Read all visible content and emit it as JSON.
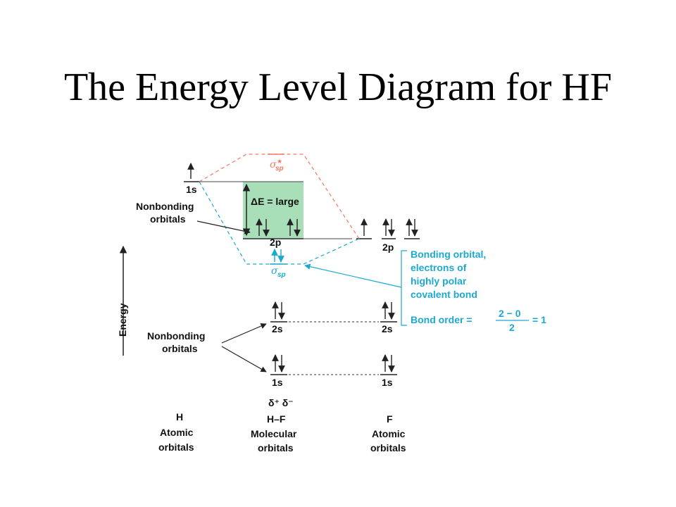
{
  "title": "The Energy Level Diagram for HF",
  "colors": {
    "antibonding": "#f07a64",
    "bonding": "#1ba9cf",
    "gap_fill": "#a8dfb8",
    "line": "#222222"
  },
  "labels": {
    "energy_axis": "Energy",
    "h_1s": "1s",
    "f_2p": "2p",
    "mo_2p": "2p",
    "mo_2s": "2s",
    "f_2s": "2s",
    "mo_1s": "1s",
    "f_1s": "1s",
    "sigma_star": "σ",
    "sigma_star_sub": "sp",
    "sigma_star_sup": "★",
    "sigma": "σ",
    "sigma_sub": "sp",
    "delta_e": "ΔE = large",
    "nonbonding_upper": [
      "Nonbonding",
      "orbitals"
    ],
    "nonbonding_lower": [
      "Nonbonding",
      "orbitals"
    ],
    "bonding_note": [
      "Bonding orbital,",
      "electrons of",
      "highly polar",
      "covalent bond"
    ],
    "bond_order_label": "Bond order =",
    "bond_order_numerator": "2 − 0",
    "bond_order_denominator": "2",
    "bond_order_result": "= 1",
    "polarity": "δ⁺ δ⁻",
    "col_h": [
      "H",
      "Atomic",
      "orbitals"
    ],
    "col_hf": [
      "H–F",
      "Molecular",
      "orbitals"
    ],
    "col_f": [
      "F",
      "Atomic",
      "orbitals"
    ]
  }
}
